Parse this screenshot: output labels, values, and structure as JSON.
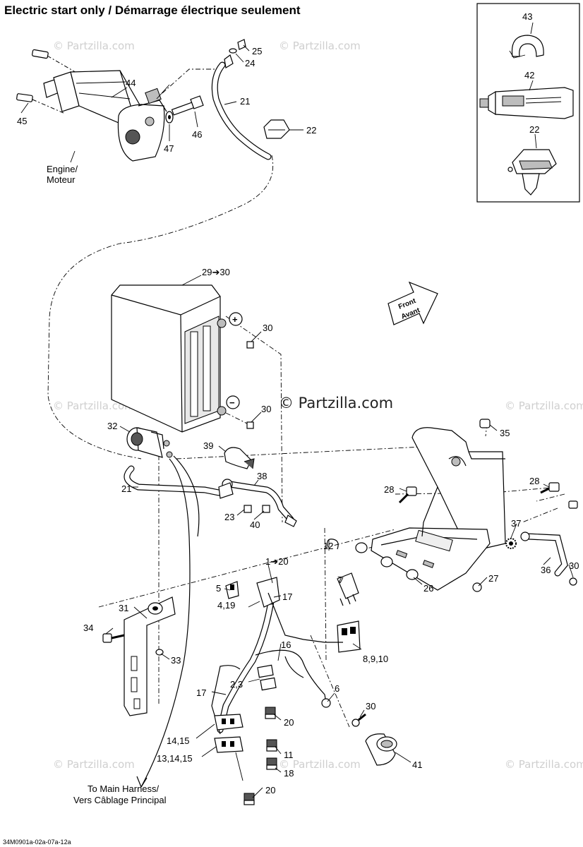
{
  "title": "Electric start only / Démarrage électrique seulement",
  "watermark_main": "© Partzilla.com",
  "watermark_faint": "© Partzilla.com",
  "diagram_code": "34M0901a-02a-07a-12a",
  "notes": {
    "engine_line1": "Engine/",
    "engine_line2": "Moteur",
    "harness_line1": "To Main Harness/",
    "harness_line2": "Vers Câblage Principal",
    "front_line1": "Front",
    "front_line2": "Avant",
    "plus": "+",
    "minus": "−"
  },
  "callouts": {
    "c43": "43",
    "c42": "42",
    "c22_box": "22",
    "c25": "25",
    "c24": "24",
    "c44": "44",
    "c21_top": "21",
    "c22": "22",
    "c45": "45",
    "c46": "46",
    "c47": "47",
    "c29_30": "29➔30",
    "c30_a": "30",
    "c30_b": "30",
    "c32": "32",
    "c39": "39",
    "c38": "38",
    "c21_mid": "21",
    "c23": "23",
    "c40": "40",
    "c35": "35",
    "c28_a": "28",
    "c28_b": "28",
    "c37": "37",
    "c36": "36",
    "c30_c": "30",
    "c12": "12",
    "c7": "7",
    "c26": "26",
    "c27": "27",
    "c1_20": "1➔20",
    "c5": "5",
    "c17_a": "17",
    "c4_19": "4,19",
    "c31": "31",
    "c34": "34",
    "c33": "33",
    "c16": "16",
    "c8_9_10": "8,9,10",
    "c2_3": "2,3",
    "c17_b": "17",
    "c6": "6",
    "c30_d": "30",
    "c20_a": "20",
    "c14_15": "14,15",
    "c11": "11",
    "c13_14_15": "13,14,15",
    "c18": "18",
    "c41": "41",
    "c20_b": "20"
  }
}
